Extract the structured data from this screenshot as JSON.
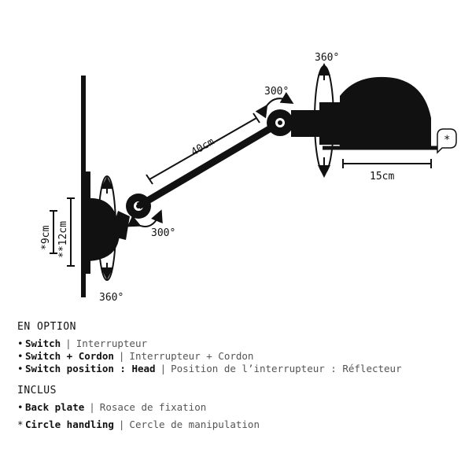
{
  "dimensions": {
    "rotation_top": "360°",
    "rotation_bottom": "360°",
    "arm_joint_top": "300°",
    "arm_joint_bottom": "300°",
    "arm_length": "40cm",
    "shade_depth": "15cm",
    "plate_height_small": "*9cm",
    "plate_height_large": "**12cm",
    "circle_marker": "*"
  },
  "legend": {
    "en_option": {
      "title": "EN OPTION",
      "items": [
        {
          "bullet": "•",
          "en": "Switch",
          "sep": "|",
          "fr": "Interrupteur"
        },
        {
          "bullet": "•",
          "en": "Switch + Cordon",
          "sep": "|",
          "fr": "Interrupteur + Cordon"
        },
        {
          "bullet": "•",
          "en": "Switch position : Head",
          "sep": "|",
          "fr": "Position de l’interrupteur : Réflecteur"
        }
      ]
    },
    "inclus": {
      "title": "INCLUS",
      "items": [
        {
          "bullet": "•",
          "en": "Back plate",
          "sep": "|",
          "fr": "Rosace de fixation"
        },
        {
          "bullet": "*",
          "en": "Circle handling",
          "sep": "|",
          "fr": "Cercle de manipulation"
        }
      ]
    }
  }
}
